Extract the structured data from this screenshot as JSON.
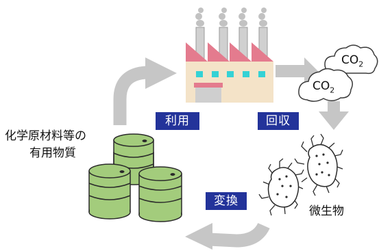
{
  "labels": {
    "feedstock_line1": "化学原材料等の",
    "feedstock_line2": "有用物質",
    "microbe": "微生物",
    "co2_main": "CO",
    "co2_sub": "2"
  },
  "badges": {
    "use": "利用",
    "recover": "回収",
    "convert": "変換"
  },
  "colors": {
    "badge": "#23339a",
    "arrow": "#c6c6c6",
    "factory_wall": "#f4e3c8",
    "roof": "#e47b8e",
    "window": "#34d2d5",
    "drum": "#a3cc7c",
    "drum_stroke": "#2a2a2a",
    "smoke": "#bdbdbd"
  }
}
